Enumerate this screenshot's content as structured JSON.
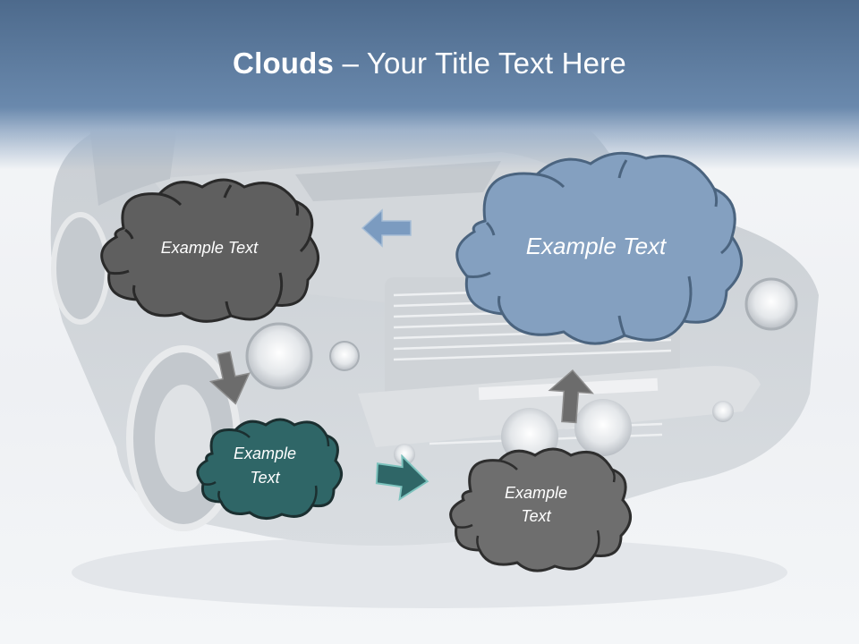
{
  "slide": {
    "title_bold": "Clouds",
    "title_rest": " – Your Title Text Here",
    "colors": {
      "header_top": "#4d6a8c",
      "header_bottom": "#6a89ad",
      "cloud_dark_gray": "#5f5f5f",
      "cloud_blue": "#84a0c0",
      "cloud_teal": "#2f6667",
      "cloud_mid_gray": "#6e6e6e",
      "arrow_blue": "#7b9bc0",
      "arrow_gray": "#6c6c6c",
      "arrow_teal": "#2f6667"
    }
  },
  "clouds": [
    {
      "id": "top-left",
      "text": "Example Text"
    },
    {
      "id": "top-right",
      "text": "Example Text"
    },
    {
      "id": "bottom-left",
      "text": "Example Text"
    },
    {
      "id": "bottom-right",
      "text": "Example Text"
    }
  ],
  "arrows": [
    {
      "id": "arrow-left",
      "direction": "left"
    },
    {
      "id": "arrow-down",
      "direction": "down"
    },
    {
      "id": "arrow-right",
      "direction": "right"
    },
    {
      "id": "arrow-up",
      "direction": "up"
    }
  ]
}
